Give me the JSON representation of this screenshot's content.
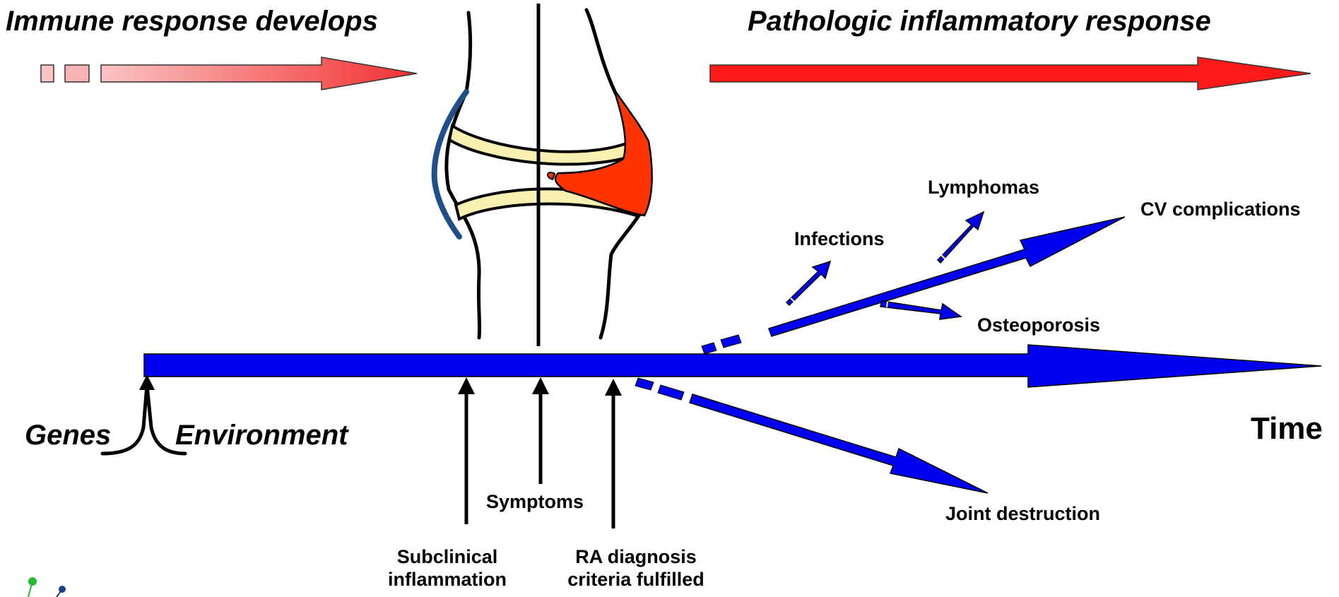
{
  "titles": {
    "left": "Immune response develops",
    "right": "Pathologic inflammatory response"
  },
  "factors": {
    "genes": "Genes",
    "environment": "Environment"
  },
  "axis": {
    "time": "Time"
  },
  "timeline_markers": {
    "subclinical": [
      "Subclinical",
      "inflammation"
    ],
    "symptoms": "Symptoms",
    "diagnosis": [
      "RA diagnosis",
      "criteria fulfilled"
    ]
  },
  "outcomes": {
    "lymphomas": "Lymphomas",
    "infections": "Infections",
    "cv": "CV complications",
    "osteoporosis": "Osteoporosis",
    "joint_destruction": "Joint destruction"
  },
  "colors": {
    "timeline_blue": "#0000ee",
    "arrow_red": "#ff1a1a",
    "arrow_pink_start": "#f7b8b8",
    "synovium_red": "#ff3300",
    "healthy_blue": "#1f4e8a",
    "cartilage": "#f7f0b0"
  }
}
